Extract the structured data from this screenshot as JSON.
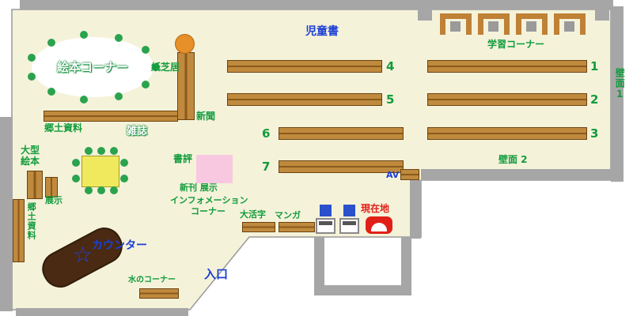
{
  "labels": {
    "children_books": "児童書",
    "study_corner": "学習コーナー",
    "wall_1": "壁面1",
    "wall_2": "壁面 2",
    "picture_book_corner": "絵本コーナー",
    "kamishibai": "紙芝居",
    "newspaper": "新聞",
    "local_materials": "郷土資料",
    "magazines": "雑誌",
    "large_picture_books_1": "大型",
    "large_picture_books_2": "絵本",
    "exhibit": "展示",
    "local_materials_side": "郷土資料",
    "book_review": "書評",
    "new_arrivals_exhibit": "新刊 展示",
    "information_1": "インフォメーション",
    "information_2": "コーナー",
    "large_print": "大活字",
    "manga": "マンガ",
    "current_location": "現在地",
    "counter": "カウンター",
    "water_corner": "水のコーナー",
    "entrance": "入口",
    "av": "AV"
  },
  "shelf_numbers": {
    "n1": "1",
    "n2": "2",
    "n3": "3",
    "n4": "4",
    "n5": "5",
    "n6": "6",
    "n7": "7"
  },
  "icons": {
    "star": "☆"
  },
  "colors": {
    "floor": "#f5f2da",
    "wall": "#a6a6a6",
    "shelf": "#c08a3e",
    "label_green": "#119c3c",
    "label_blue": "#1b3fd6",
    "label_red": "#e02018",
    "counter_brown": "#4a2a12",
    "new_arrivals_pink": "#f8c8e0",
    "table_yellow": "#f0e95e",
    "kamishibai_orange": "#e78f28",
    "seat_green": "#2ba34e",
    "chair_blue": "#2a50cc"
  }
}
